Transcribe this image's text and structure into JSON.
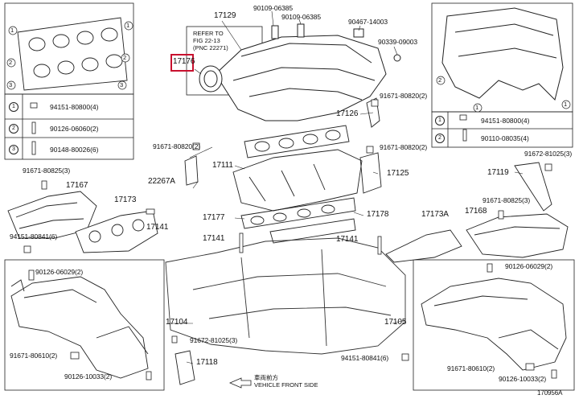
{
  "diagram_id": "170956A",
  "highlighted_part": "17176",
  "reference_note": "REFER TO\nFIG 22-13\n(PNC 22271)",
  "front_side_label": "車両前方\nVEHICLE FRONT SIDE",
  "labels": {
    "p17129": "17129",
    "p17176": "17176",
    "p90109a": "90109-06385",
    "p90109b": "90109-06385",
    "p90467": "90467-14003",
    "p90339": "90339-09003",
    "p91671_80820_a": "91671-80820(2)",
    "p17126": "17126",
    "p91671_80820_b": "91671-80820(2)",
    "p17111": "17111",
    "p91671_80820_c": "91671-80820(2)",
    "p17125": "17125",
    "p22267A": "22267A",
    "p91671_80825_left": "91671-80825(3)",
    "p17167": "17167",
    "p17173": "17173",
    "p17141_left": "17141",
    "p94151_80841_top": "94151-80841(6)",
    "p90126_06029_left": "90126-06029(2)",
    "p17177": "17177",
    "p17178": "17178",
    "p17141_mid": "17141",
    "p17141_right": "17141",
    "p17173A": "17173A",
    "p17168": "17168",
    "p91671_80825_right": "91671-80825(3)",
    "p91672_81025_right": "91672-81025(3)",
    "p17119": "17119",
    "p90126_06029_right": "90126-06029(2)",
    "p17104": "17104",
    "p91672_81025_mid": "91672-81025(3)",
    "p17118": "17118",
    "p17105": "17105",
    "p94151_80841_bottom": "94151-80841(6)",
    "p91671_80610_left": "91671-80610(2)",
    "p90126_10033_left": "90126-10033(2)",
    "p91671_80610_right": "91671-80610(2)",
    "p90126_10033_right": "90126-10033(2)"
  },
  "legend_left": [
    {
      "num": "1",
      "part": "94151-80800(4)"
    },
    {
      "num": "2",
      "part": "90126-06060(2)"
    },
    {
      "num": "3",
      "part": "90148-80026(6)"
    }
  ],
  "legend_right": [
    {
      "num": "1",
      "part": "94151-80800(4)"
    },
    {
      "num": "2",
      "part": "90110-08035(4)"
    }
  ],
  "callouts": {
    "left_box": [
      "1",
      "1",
      "2",
      "2",
      "3",
      "3"
    ],
    "right_box": [
      "2",
      "1",
      "1"
    ]
  }
}
